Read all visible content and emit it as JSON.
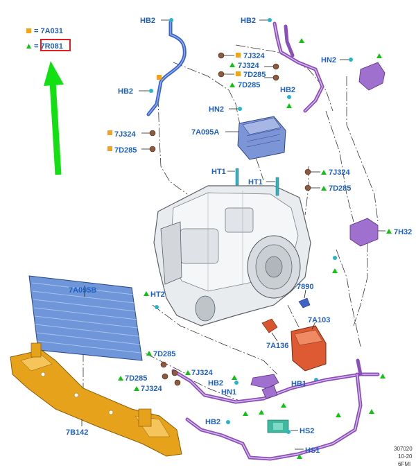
{
  "legend": {
    "items": [
      {
        "symbol": "square",
        "text": "= 7A031",
        "color": "#f4a21a"
      },
      {
        "symbol": "triangle",
        "text": "= 7R081",
        "color": "#12c212",
        "highlighted": true
      }
    ]
  },
  "labels": {
    "hb2_top_left": "HB2",
    "hb2_top_mid": "HB2",
    "hn2_right": "HN2",
    "j324_a": "7J324",
    "j324_b": "7J324",
    "d285_a": "7D285",
    "d285_b": "7D285",
    "hb2_mid": "HB2",
    "hb2_left": "HB2",
    "hn2_mid": "HN2",
    "a095a": "7A095A",
    "j324_left": "7J324",
    "d285_left": "7D285",
    "j324_right": "7J324",
    "d285_right": "7D285",
    "ht1_a": "HT1",
    "ht1_b": "HT1",
    "h32": "7H32",
    "a095b": "7A095B",
    "ht2": "HT2",
    "p7890": "7890",
    "a103": "7A103",
    "a136": "7A136",
    "d285_low": "7D285",
    "j324_low": "7J324",
    "d285_low2": "7D285",
    "j324_low2": "7J324",
    "hb2_low": "HB2",
    "hn1": "HN1",
    "hb1": "HB1",
    "hb2_bottom": "HB2",
    "hs2": "HS2",
    "hs1": "HS1",
    "b142": "7B142"
  },
  "doc_ref": [
    "307020",
    "10-20",
    "6FMI"
  ],
  "colors": {
    "label": "#1f5fbf",
    "arrow": "#12e012",
    "highlight_box": "#e02020",
    "blue_part": "#3d63c9",
    "purple_part": "#8a4fb8",
    "orange_part": "#e6a21a",
    "red_part": "#d9552d"
  }
}
